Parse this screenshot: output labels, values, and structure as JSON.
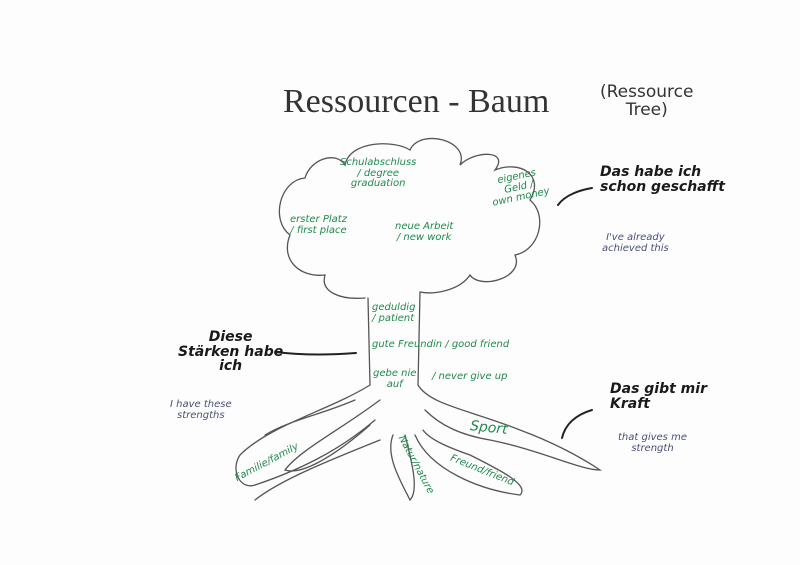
{
  "title": {
    "main": "Ressourcen - Baum",
    "translation_line1": "(Ressource",
    "translation_line2": "Tree)"
  },
  "crown": {
    "graduation": [
      "Schulabschluss",
      "/ degree",
      "graduation"
    ],
    "first_place": [
      "erster Platz",
      "/ first place"
    ],
    "new_work": [
      "neue Arbeit",
      "/ new work"
    ],
    "own_money": [
      "eigenes",
      "Geld /",
      "own money"
    ]
  },
  "trunk": {
    "patient": [
      "geduldig",
      "/ patient"
    ],
    "good_friend": "gute Freundin / good friend",
    "never_give_up_de": [
      "gebe nie",
      "auf"
    ],
    "never_give_up_en": "/ never give up"
  },
  "roots": {
    "family": "Familie/family",
    "nature": "Natur/nature",
    "friend": "Freund/friend",
    "sport": "Sport"
  },
  "annotations": {
    "achieved": {
      "de": [
        "Das habe ich",
        "schon geschafft"
      ],
      "en": [
        "I've already",
        "achieved this"
      ]
    },
    "strengths": {
      "de": [
        "Diese",
        "Stärken habe",
        "ich"
      ],
      "en": [
        "I have these",
        "strengths"
      ]
    },
    "power": {
      "de": [
        "Das gibt mir",
        "Kraft"
      ],
      "en": [
        "that gives me",
        "strength"
      ]
    }
  }
}
